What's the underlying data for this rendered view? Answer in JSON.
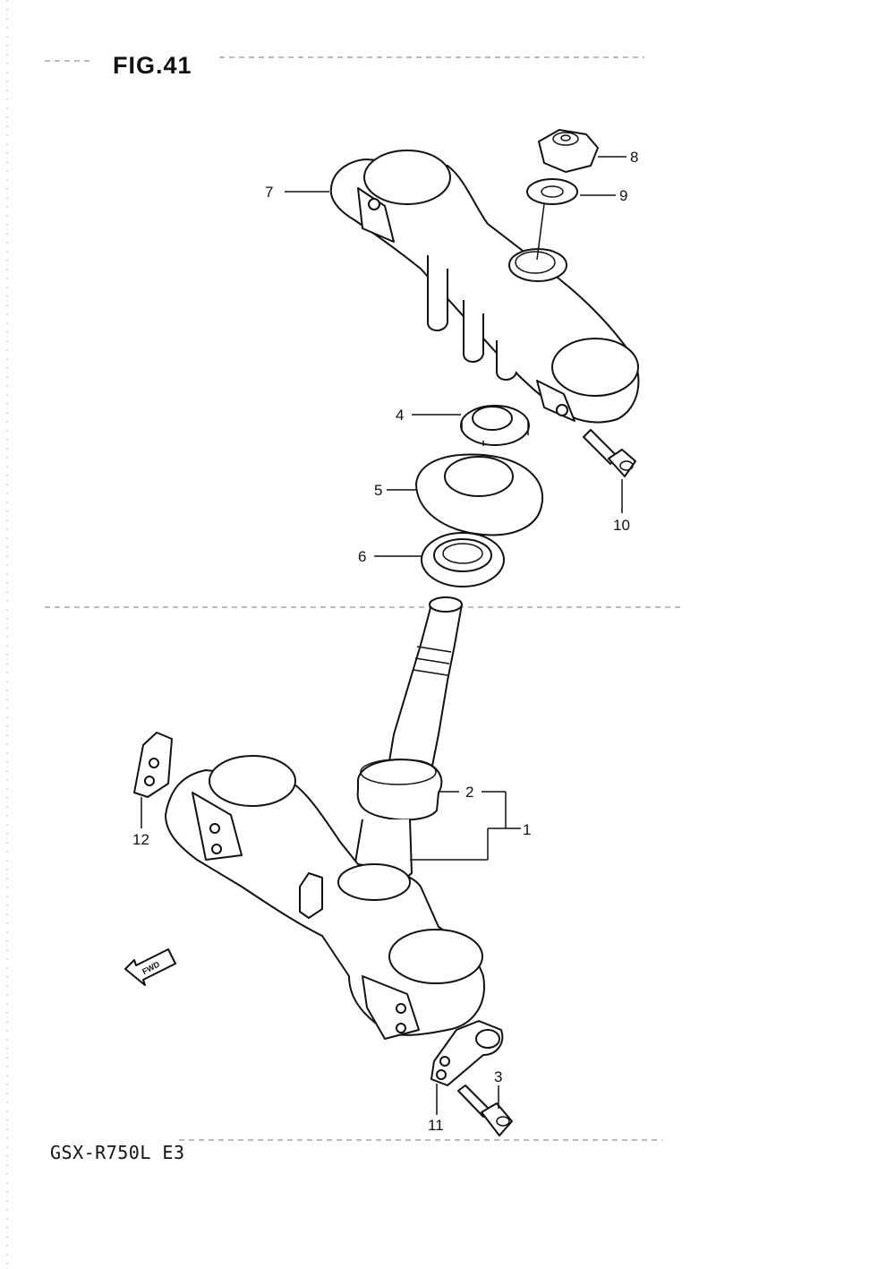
{
  "figure": {
    "title": "FIG.41"
  },
  "footer": {
    "model_code": "GSX-R750L E3"
  },
  "callouts": [
    {
      "number": "1"
    },
    {
      "number": "2"
    },
    {
      "number": "3"
    },
    {
      "number": "4"
    },
    {
      "number": "5"
    },
    {
      "number": "6"
    },
    {
      "number": "7"
    },
    {
      "number": "8"
    },
    {
      "number": "9"
    },
    {
      "number": "10"
    },
    {
      "number": "11"
    },
    {
      "number": "12"
    }
  ],
  "direction_arrow": {
    "label": "FWD",
    "icon": "forward-arrow-icon"
  }
}
